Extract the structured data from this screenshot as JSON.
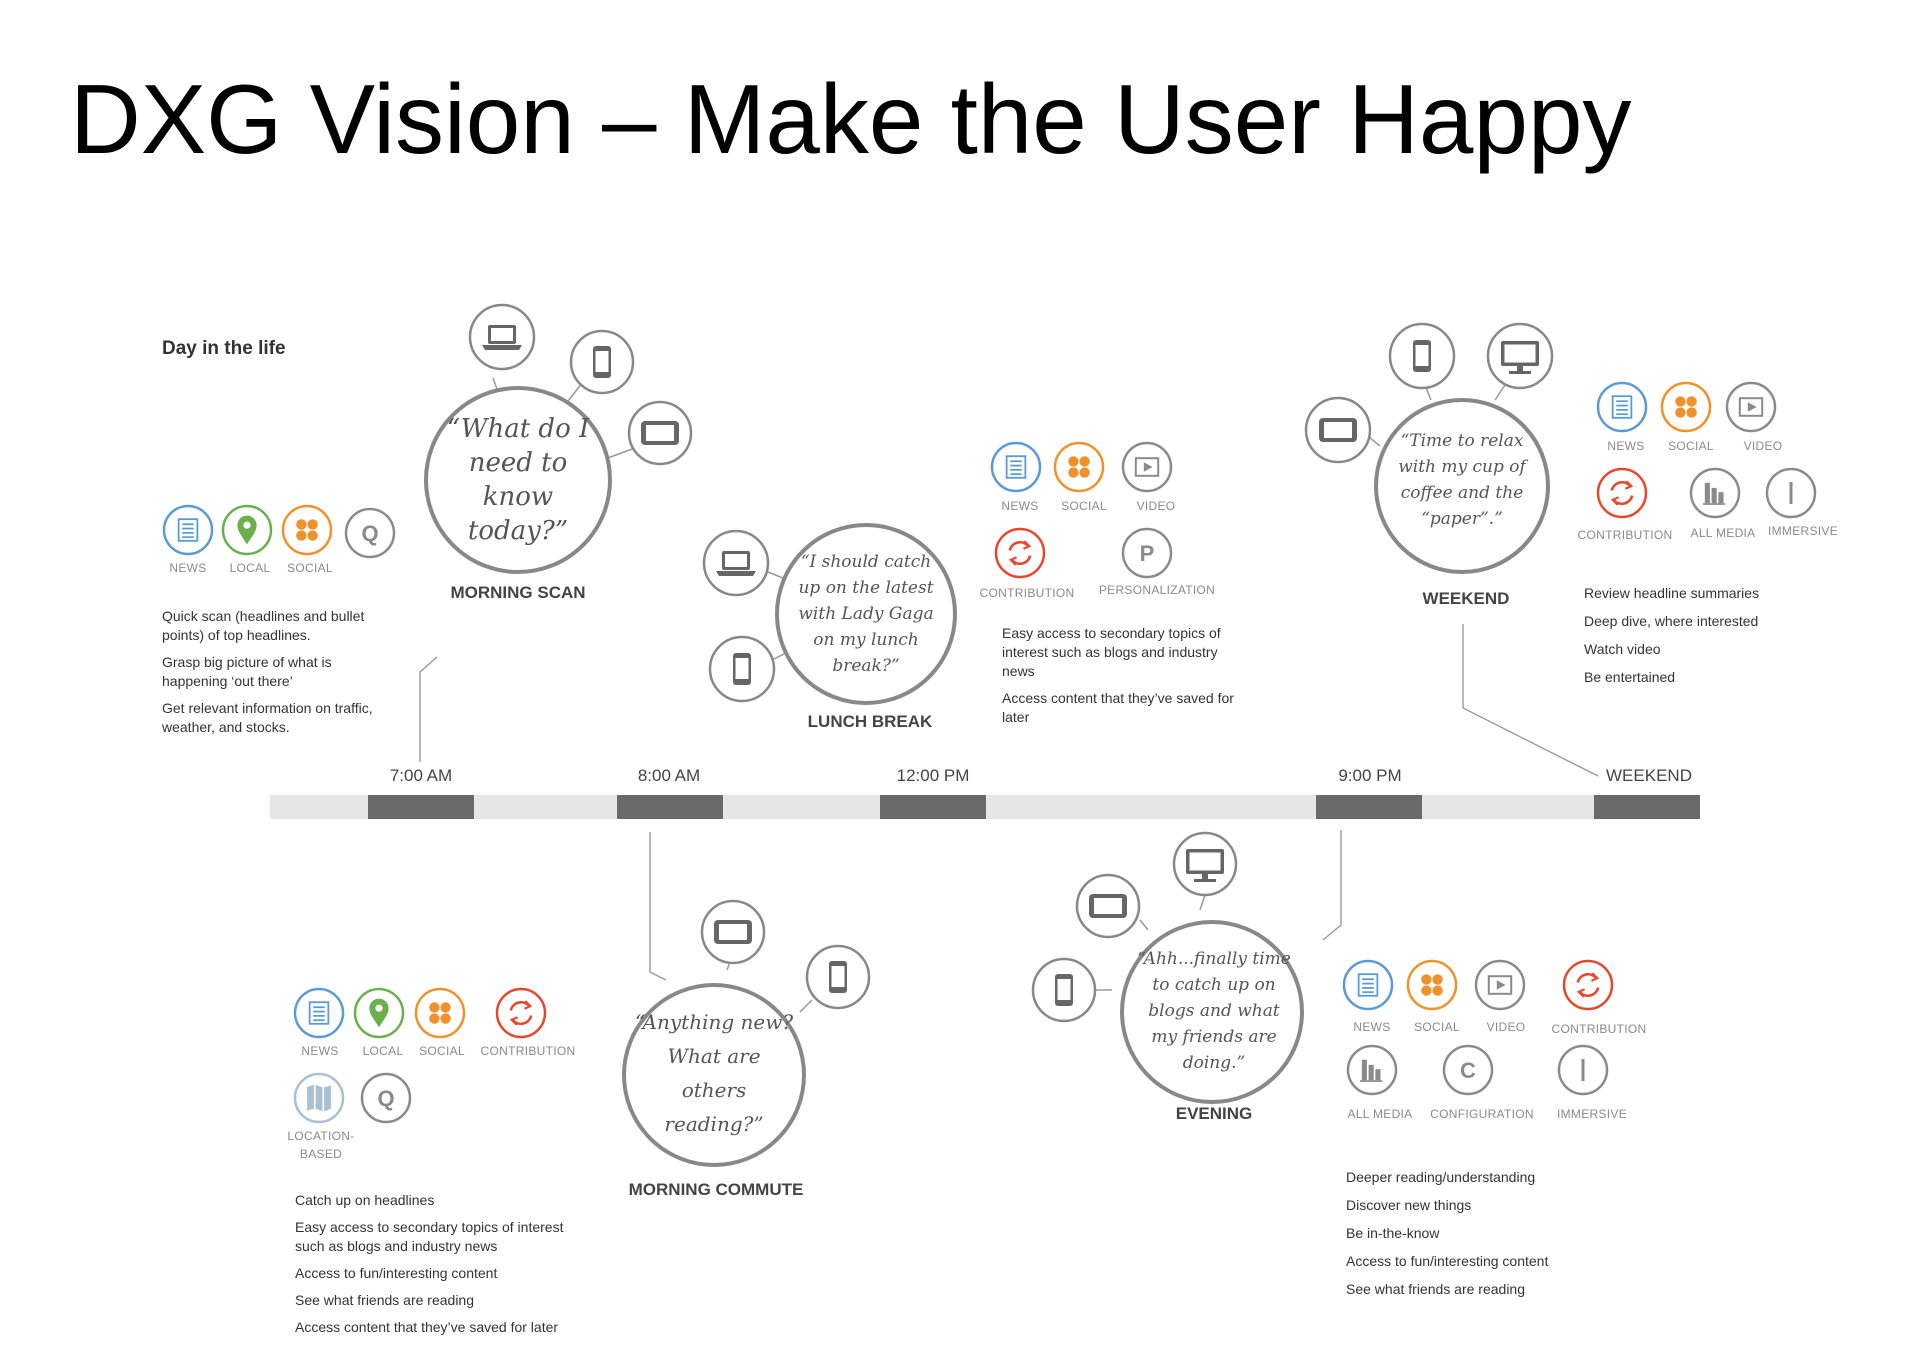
{
  "title": "DXG Vision – Make the User Happy",
  "day_in_life": "Day in the life",
  "scenes": {
    "morning_scan": {
      "label": "MORNING SCAN",
      "quote": "“What do I need to know today?”",
      "icons": [
        "NEWS",
        "LOCAL",
        "SOCIAL"
      ],
      "bullets": [
        "Quick scan (headlines and bullet points) of top headlines.",
        "Grasp big picture of what is happening ‘out there’",
        "Get relevant information on traffic, weather, and stocks."
      ]
    },
    "lunch_break": {
      "label": "LUNCH BREAK",
      "quote": "“I should catch up on the latest with Lady Gaga on my lunch break?”",
      "icons": [
        "NEWS",
        "SOCIAL",
        "VIDEO",
        "CONTRIBUTION",
        "PERSONALIZATION"
      ],
      "bullets": [
        "Easy access to secondary topics of interest such as blogs and industry news",
        "Access content that they’ve saved for later"
      ]
    },
    "weekend": {
      "label": "WEEKEND",
      "quote": "“Time to relax with my cup of coffee and the “paper”.”",
      "icons": [
        "NEWS",
        "SOCIAL",
        "VIDEO",
        "CONTRIBUTION",
        "ALL MEDIA",
        "IMMERSIVE"
      ],
      "bullets": [
        "Review headline summaries",
        "Deep dive, where interested",
        "Watch video",
        "Be entertained"
      ]
    },
    "morning_commute": {
      "label": "MORNING COMMUTE",
      "quote": "“Anything new? What are others reading?”",
      "icons": [
        "NEWS",
        "LOCAL",
        "SOCIAL",
        "CONTRIBUTION",
        "LOCATION-",
        "BASED"
      ],
      "bullets": [
        "Catch up on headlines",
        "Easy access to secondary topics of interest such as blogs and industry news",
        "Access to fun/interesting content",
        "See what friends are reading",
        "Access content that they’ve saved for later"
      ]
    },
    "evening": {
      "label": "EVENING",
      "quote": "“Ahh...finally time to catch up on blogs and what my friends are doing.”",
      "icons": [
        "NEWS",
        "SOCIAL",
        "VIDEO",
        "CONTRIBUTION",
        "ALL MEDIA",
        "CONFIGURATION",
        "IMMERSIVE"
      ],
      "bullets": [
        "Deeper reading/understanding",
        "Discover new things",
        "Be in-the-know",
        "Access to fun/interesting content",
        "See what friends are reading"
      ]
    }
  },
  "timeline": {
    "labels": [
      "7:00 AM",
      "8:00 AM",
      "12:00 PM",
      "9:00 PM",
      "WEEKEND"
    ]
  },
  "colors": {
    "news": "#5b9bd5",
    "local": "#6ab04c",
    "social": "#f0922b",
    "contribution": "#e8472e",
    "gray": "#8a8a8a",
    "location": "#a9c0d3"
  }
}
